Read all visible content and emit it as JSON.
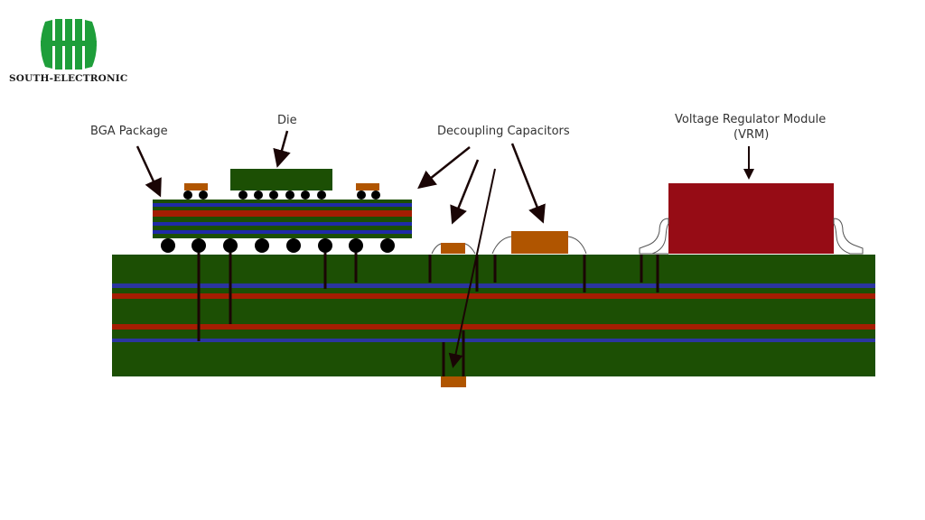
{
  "brand": {
    "name": "SOUTH-ELECTRONIC",
    "logo_color": "#1e9e3a"
  },
  "diagram": {
    "title": "PCB power delivery network cross-section",
    "labels": {
      "bga_package": "BGA Package",
      "die": "Die",
      "decoupling_capacitors": "Decoupling Capacitors",
      "vrm_line1": "Voltage Regulator Module",
      "vrm_line2": "(VRM)"
    },
    "components": [
      "BGA Package",
      "Die",
      "Decoupling Capacitors",
      "Voltage Regulator Module (VRM)",
      "PCB Board"
    ],
    "pcb_layers": [
      "signal (green)",
      "power (blue)",
      "ground (red)",
      "core (green)",
      "ground (red)",
      "power (blue)",
      "signal (green)"
    ],
    "colors": {
      "board_green": "#1c4f04",
      "power_blue": "#2b35a0",
      "ground_red": "#a51d02",
      "capacitor_orange": "#b05500",
      "vrm_red": "#960c15",
      "ball_black": "#000000",
      "via_dark": "#1a0505",
      "arrow": "#1a0505"
    }
  }
}
